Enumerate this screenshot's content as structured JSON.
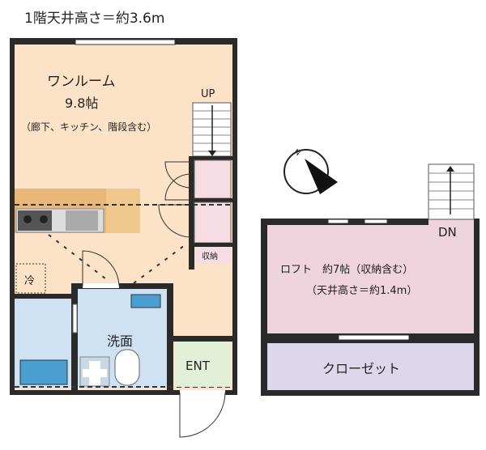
{
  "title": "1階天井高さ＝約3.6m",
  "first_floor": {
    "room_name": "ワンルーム",
    "room_size": "9.8帖",
    "room_note": "（廊下、キッチン、階段含む）",
    "stairs_label": "UP",
    "storage_label": "収納",
    "fridge_label": "冷",
    "washroom_label": "洗面",
    "entrance_label": "ENT"
  },
  "loft": {
    "room_label": "ロフト　約7帖（収納含む）",
    "ceiling_note": "（天井高さ＝約1.4m）",
    "closet_label": "クローゼット",
    "stairs_label": "DN"
  },
  "compass": {
    "label": "N"
  },
  "colors": {
    "room": "#fce3c8",
    "storage": "#f6dde4",
    "bath": "#cfe2f3",
    "entrance": "#e3f0d8",
    "loft": "#efd3dd",
    "closet": "#ddd7ec",
    "wood": "#e9b878",
    "wall": "#2a2a2a"
  }
}
